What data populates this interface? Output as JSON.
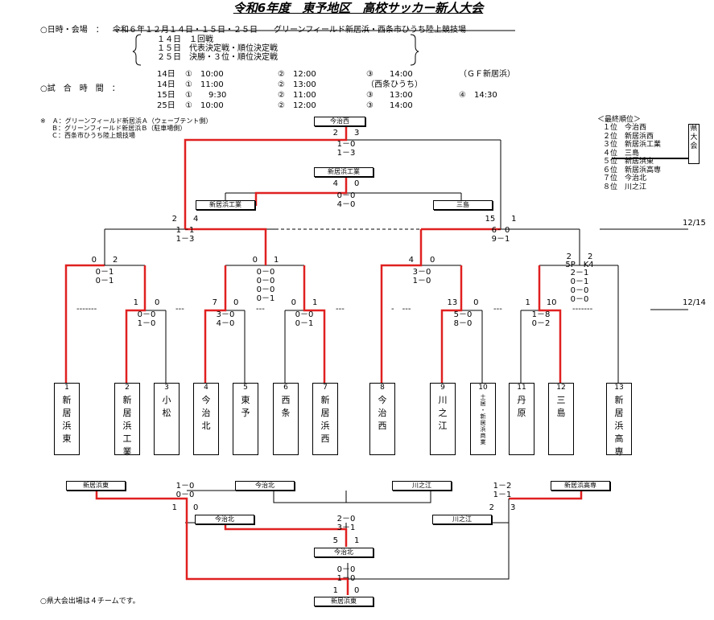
{
  "title": "令和6年度　東予地区　高校サッカー新人大会",
  "info": {
    "date_label": "○日時・会場　：",
    "date_text": "令和６年１２月１４日・１５日・２５日　　グリーンフィールド新居浜・西条市ひうち陸上競技場",
    "sched1": "１４日　１回戦",
    "sched2": "１５日　代表決定戦・順位決定戦",
    "sched3": "２５日　決勝・３位・順位決定戦",
    "time_label": "○試　合　時　間　：",
    "times": [
      [
        "14日",
        "①　10:00",
        "②　12:00",
        "③　　14:00",
        "（ＧＦ新居浜）"
      ],
      [
        "14日",
        "①　11:00",
        "②　13:00",
        "（西条ひうち）",
        ""
      ],
      [
        "15日",
        "①　　9:30",
        "②　11:00",
        "③　　13:00",
        "④　14:30"
      ],
      [
        "25日",
        "①　10:00",
        "②　12:00",
        "③　　14:00",
        ""
      ]
    ],
    "note_a": "※　Ａ：グリーンフィールド新居浜Ａ（ウェーブテント側）",
    "note_b": "Ｂ：グリーンフィールド新居浜Ｂ（駐車場側）",
    "note_c": "Ｃ：西条市ひうち陸上競技場"
  },
  "ranking": {
    "title": "＜最終順位＞",
    "rows": [
      "１位　今治西",
      "２位　新居浜西",
      "３位　新居浜工業",
      "４位　三島",
      "５位　新居浜東",
      "６位　新居浜高専",
      "７位　今治北",
      "８位　川之江"
    ],
    "kentai": "県大会"
  },
  "dates": {
    "d1215": "12/15",
    "d1214": "12/14"
  },
  "teams": [
    {
      "no": "1",
      "name": "新\n居\n浜\n東"
    },
    {
      "no": "2",
      "name": "新\n居\n浜\n工\n業"
    },
    {
      "no": "3",
      "name": "小\n松"
    },
    {
      "no": "4",
      "name": "今\n治\n北"
    },
    {
      "no": "5",
      "name": "東\n予"
    },
    {
      "no": "6",
      "name": "西\n条"
    },
    {
      "no": "7",
      "name": "新\n居\n浜\n西"
    },
    {
      "no": "8",
      "name": "今\n治\n西"
    },
    {
      "no": "9",
      "name": "川\n之\n江"
    },
    {
      "no": "10",
      "name": "土\n居\n・\n新\n居\n浜\n商\n業"
    },
    {
      "no": "11",
      "name": "丹\n原"
    },
    {
      "no": "12",
      "name": "三\n島"
    },
    {
      "no": "13",
      "name": "新\n居\n浜\n高\n専"
    }
  ],
  "boxes": {
    "champion": "今治西",
    "third": "新居浜工業",
    "sf_left": "新居浜工業",
    "sf_right": "三島",
    "p_a": "新居浜東",
    "p_b": "今治北",
    "p_c": "川之江",
    "p_d": "新居浜高専",
    "p_e": "今治北",
    "p_f": "川之江",
    "p_g": "今治北",
    "p_h": "新居浜東"
  },
  "scores": {
    "final_total": "2　　3",
    "final_p1": "1－0",
    "final_p2": "1－3",
    "third_total": "4　　0",
    "third_p1": "0－0",
    "third_p2": "4－0",
    "sfl_total": "2　　4",
    "sfl_p1": "1－1",
    "sfl_p2": "1－3",
    "sfr_total": "15　　1",
    "sfr_p1": "6－0",
    "sfr_p2": "9－1",
    "qf1_total": "0　　2",
    "qf1_p1": "0－1",
    "qf1_p2": "0－1",
    "qf2_total": "0　　1",
    "qf2_p1": "0－0",
    "qf2_p2": "0－0",
    "qf2_p3": "0－0",
    "qf2_p4": "0－1",
    "qf3_total": "4　　0",
    "qf3_p1": "3－0",
    "qf3_p2": "1－0",
    "qf4_total": "2　　2",
    "qf4_pk": "5P　K4",
    "qf4_p1": "2－1",
    "qf4_p2": "0－1",
    "qf4_p3": "0－0",
    "qf4_p4": "0－0",
    "r1a_total": "1　　0",
    "r1a_p1": "0－0",
    "r1a_p2": "1－0",
    "r1b_total": "7　　0",
    "r1b_p1": "3－0",
    "r1b_p2": "4－0",
    "r1c_total": "0　　1",
    "r1c_p1": "0－0",
    "r1c_p2": "0－1",
    "r1d_total": "13　　0",
    "r1d_p1": "5－0",
    "r1d_p2": "8－0",
    "r1e_total": "1　　10",
    "r1e_p1": "1－8",
    "r1e_p2": "0－2",
    "pa_p1": "1－0",
    "pa_p2": "0－0",
    "pa_total": "1　　0",
    "pb_p1": "1－2",
    "pb_p2": "1－1",
    "pb_total": "2　　3",
    "pc_total": "5　　1",
    "pc_p1": "2－0",
    "pc_p2": "3－1",
    "pd_p1": "0－0",
    "pd_p2": "1－0",
    "pd_total": "1　　0"
  },
  "footer": "○県大会出場は４チームです。",
  "colors": {
    "win": "#e02020",
    "line": "#000000"
  }
}
